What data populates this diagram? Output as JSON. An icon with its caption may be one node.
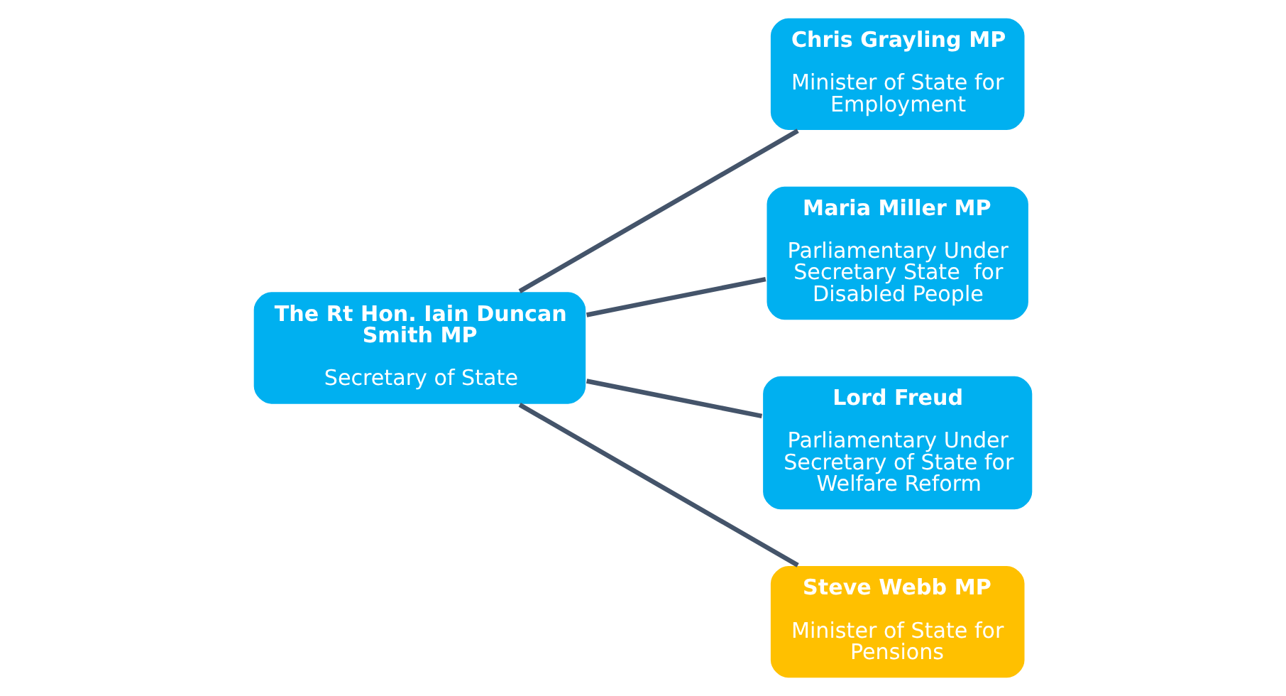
{
  "diagram": {
    "nodes": [
      {
        "text": [
          "The Rt Hon. Iain Duncan Smith MP",
          "Secretary of State"
        ]
      },
      {
        "text": [
          "Chris Grayling MP",
          "Minister of State for Employment"
        ]
      },
      {
        "text": [
          "Maria Miller MP",
          "Parliamentary Under Secretary State  for Disabled People"
        ]
      },
      {
        "text": [
          "Lord Freud",
          "Parliamentary Under Secretary of State for Welfare Reform"
        ]
      },
      {
        "text": [
          "Steve Webb MP",
          "Minister of State for Pensions"
        ]
      }
    ],
    "edges": [
      {
        "from": 0,
        "to": 1,
        "arrow": "none"
      },
      {
        "from": 0,
        "to": 2,
        "arrow": "none"
      },
      {
        "from": 0,
        "to": 3,
        "arrow": "none"
      },
      {
        "from": 0,
        "to": 4,
        "arrow": "none"
      }
    ]
  }
}
